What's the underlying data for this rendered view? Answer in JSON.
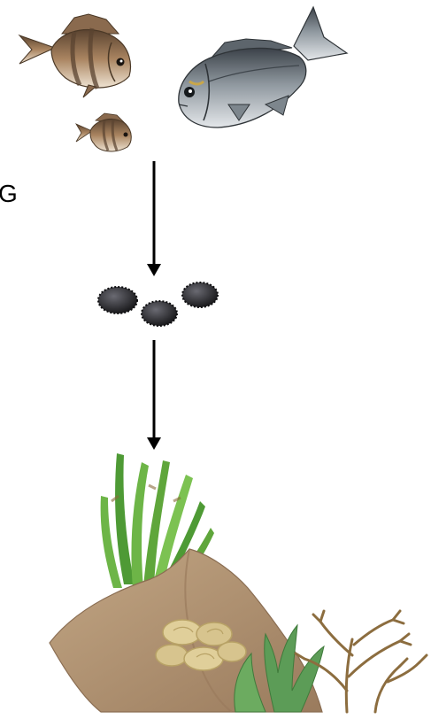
{
  "diagram": {
    "type": "food-chain",
    "edge_label": "G",
    "nodes": [
      {
        "id": "predators",
        "icon": "fish-icon",
        "count": 3
      },
      {
        "id": "herbivores",
        "icon": "sea-urchin-icon",
        "count": 3
      },
      {
        "id": "producers",
        "icon": "algae-rock-icon"
      }
    ],
    "links": [
      {
        "from": "predators",
        "to": "herbivores"
      },
      {
        "from": "herbivores",
        "to": "producers"
      }
    ],
    "colors": {
      "arrow": "#000000",
      "fish_silver": "#7d868d",
      "fish_bronze": "#8a6a4e",
      "urchin": "#2a2a2e",
      "seagrass": "#5fa63b",
      "rock": "#b29373",
      "coralline": "#d7c48e",
      "green_algae": "#5c9c57",
      "brown_algae": "#8c6d3f"
    }
  }
}
